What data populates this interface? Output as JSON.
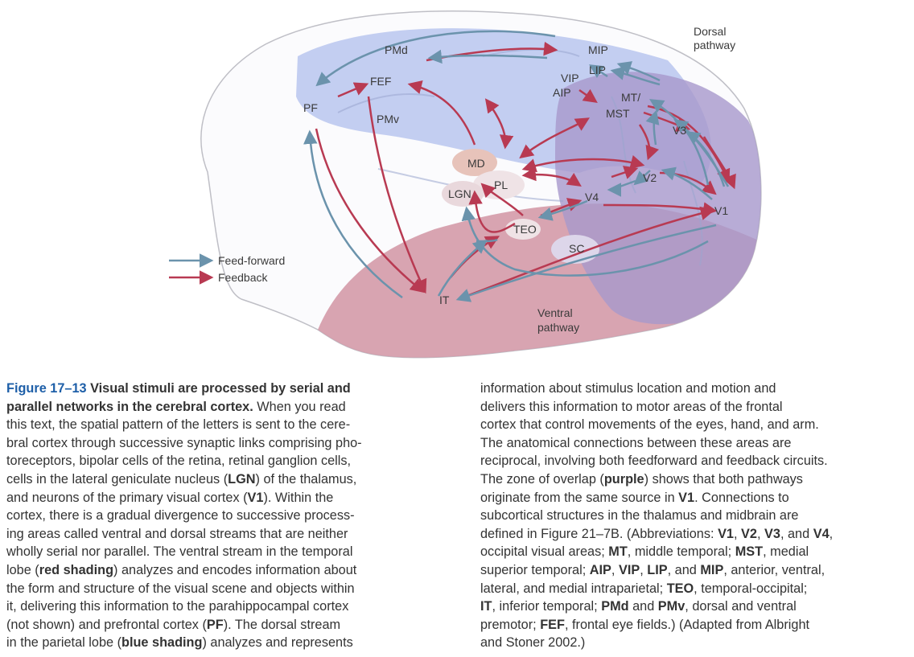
{
  "figure": {
    "areas": {
      "pmd": "PMd",
      "fef": "FEF",
      "pf": "PF",
      "pmv": "PMv",
      "mip": "MIP",
      "lip": "LIP",
      "vip": "VIP",
      "aip": "AIP",
      "mt_mst_1": "MT/",
      "mt_mst_2": "MST",
      "v3": "V3",
      "v2": "V2",
      "v4": "V4",
      "v1": "V1",
      "md": "MD",
      "pl": "PL",
      "lgn": "LGN",
      "teo": "TEO",
      "sc": "SC",
      "it": "IT"
    },
    "dorsal_1": "Dorsal",
    "dorsal_2": "pathway",
    "ventral_1": "Ventral",
    "ventral_2": "pathway",
    "legend": {
      "feedforward": "Feed-forward",
      "feedback": "Feedback"
    },
    "colors": {
      "feedforward": "#6b93ac",
      "feedback": "#b83a52",
      "dorsal_shading": "#b9c6ee",
      "ventral_shading": "#d49aa8",
      "overlap_shading": "#a898cc",
      "figure_label": "#1e5fa8"
    }
  },
  "caption": {
    "left": [
      [
        {
          "t": "Figure 17–13 ",
          "s": "fig"
        },
        {
          "t": "Visual stimuli are processed by serial and",
          "s": "b"
        }
      ],
      [
        {
          "t": "parallel networks in the cerebral cortex.",
          "s": "b"
        },
        {
          "t": " When you read"
        }
      ],
      [
        {
          "t": "this text, the spatial pattern of the letters is sent to the cere-"
        }
      ],
      [
        {
          "t": "bral cortex through successive synaptic links comprising pho-"
        }
      ],
      [
        {
          "t": "toreceptors, bipolar cells of the retina, retinal ganglion cells,"
        }
      ],
      [
        {
          "t": "cells in the lateral geniculate nucleus ("
        },
        {
          "t": "LGN",
          "s": "b"
        },
        {
          "t": ") of the thalamus,"
        }
      ],
      [
        {
          "t": "and neurons of the primary visual cortex ("
        },
        {
          "t": "V1",
          "s": "b"
        },
        {
          "t": "). Within the"
        }
      ],
      [
        {
          "t": "cortex, there is a gradual divergence to successive process-"
        }
      ],
      [
        {
          "t": "ing areas called ventral and dorsal streams that are neither"
        }
      ],
      [
        {
          "t": "wholly serial nor parallel. The ventral stream in the temporal"
        }
      ],
      [
        {
          "t": "lobe ("
        },
        {
          "t": "red shading",
          "s": "b"
        },
        {
          "t": ") analyzes and encodes information about"
        }
      ],
      [
        {
          "t": "the form and structure of the visual scene and objects within"
        }
      ],
      [
        {
          "t": "it, delivering this information to the parahippocampal cortex"
        }
      ],
      [
        {
          "t": "(not shown) and prefrontal cortex ("
        },
        {
          "t": "PF",
          "s": "b"
        },
        {
          "t": "). The dorsal stream"
        }
      ],
      [
        {
          "t": "in the parietal lobe ("
        },
        {
          "t": "blue shading",
          "s": "b"
        },
        {
          "t": ") analyzes and represents"
        }
      ]
    ],
    "right": [
      [
        {
          "t": "information about stimulus location and motion and"
        }
      ],
      [
        {
          "t": "delivers this information to motor areas of the frontal"
        }
      ],
      [
        {
          "t": "cortex that control movements of the eyes, hand, and arm."
        }
      ],
      [
        {
          "t": "The anatomical connections between these areas are"
        }
      ],
      [
        {
          "t": "reciprocal, involving both feedforward and feedback circuits."
        }
      ],
      [
        {
          "t": "The zone of overlap ("
        },
        {
          "t": "purple",
          "s": "b"
        },
        {
          "t": ") shows that both pathways"
        }
      ],
      [
        {
          "t": "originate from the same source in "
        },
        {
          "t": "V1",
          "s": "b"
        },
        {
          "t": ". Connections to"
        }
      ],
      [
        {
          "t": "subcortical structures in the thalamus and midbrain are"
        }
      ],
      [
        {
          "t": "defined in Figure 21–7B. (Abbreviations: "
        },
        {
          "t": "V1",
          "s": "b"
        },
        {
          "t": ", "
        },
        {
          "t": "V2",
          "s": "b"
        },
        {
          "t": ", "
        },
        {
          "t": "V3",
          "s": "b"
        },
        {
          "t": ", and "
        },
        {
          "t": "V4",
          "s": "b"
        },
        {
          "t": ","
        }
      ],
      [
        {
          "t": "occipital visual areas; "
        },
        {
          "t": "MT",
          "s": "b"
        },
        {
          "t": ", middle temporal; "
        },
        {
          "t": "MST",
          "s": "b"
        },
        {
          "t": ", medial"
        }
      ],
      [
        {
          "t": "superior temporal; "
        },
        {
          "t": "AIP",
          "s": "b"
        },
        {
          "t": ", "
        },
        {
          "t": "VIP",
          "s": "b"
        },
        {
          "t": ", "
        },
        {
          "t": "LIP",
          "s": "b"
        },
        {
          "t": ", and "
        },
        {
          "t": "MIP",
          "s": "b"
        },
        {
          "t": ", anterior, ventral,"
        }
      ],
      [
        {
          "t": "lateral, and medial intraparietal; "
        },
        {
          "t": "TEO",
          "s": "b"
        },
        {
          "t": ", temporal-occipital;"
        }
      ],
      [
        {
          "t": "IT",
          "s": "b"
        },
        {
          "t": ", inferior temporal; "
        },
        {
          "t": "PMd",
          "s": "b"
        },
        {
          "t": " and "
        },
        {
          "t": "PMv",
          "s": "b"
        },
        {
          "t": ", dorsal and ventral"
        }
      ],
      [
        {
          "t": "premotor; "
        },
        {
          "t": "FEF",
          "s": "b"
        },
        {
          "t": ", frontal eye fields.) (Adapted from Albright"
        }
      ],
      [
        {
          "t": "and Stoner 2002.)"
        }
      ]
    ]
  }
}
